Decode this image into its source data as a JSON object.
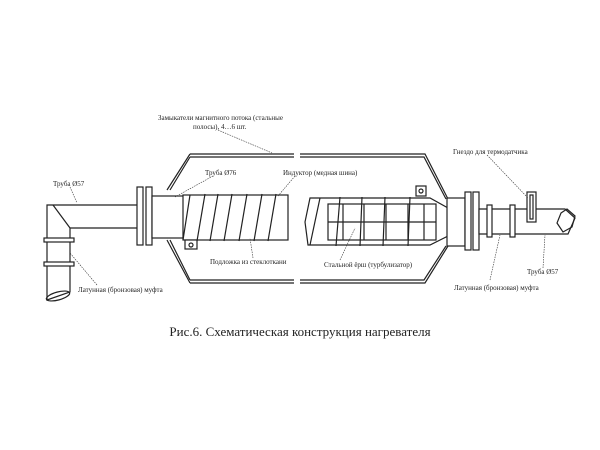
{
  "diagram": {
    "labels": {
      "flux_closers_line1": "Замыкатели магнитного потока (стальные",
      "flux_closers_line2": "полосы), 4…6 шт.",
      "pipe76": "Труба Ø76",
      "inductor": "Индуктор (медная шина)",
      "pipe57_left": "Труба Ø57",
      "substrate": "Подложка из стеклоткани",
      "coupling_left": "Латунная (бронзовая) муфта",
      "turbulator": "Стальной ёрш (турбулизатор)",
      "sensor_socket": "Гнездо для термодатчика",
      "pipe57_right": "Труба Ø57",
      "coupling_right": "Латунная (бронзовая) муфта"
    },
    "caption": "Рис.6. Схематическая конструкция нагревателя"
  }
}
